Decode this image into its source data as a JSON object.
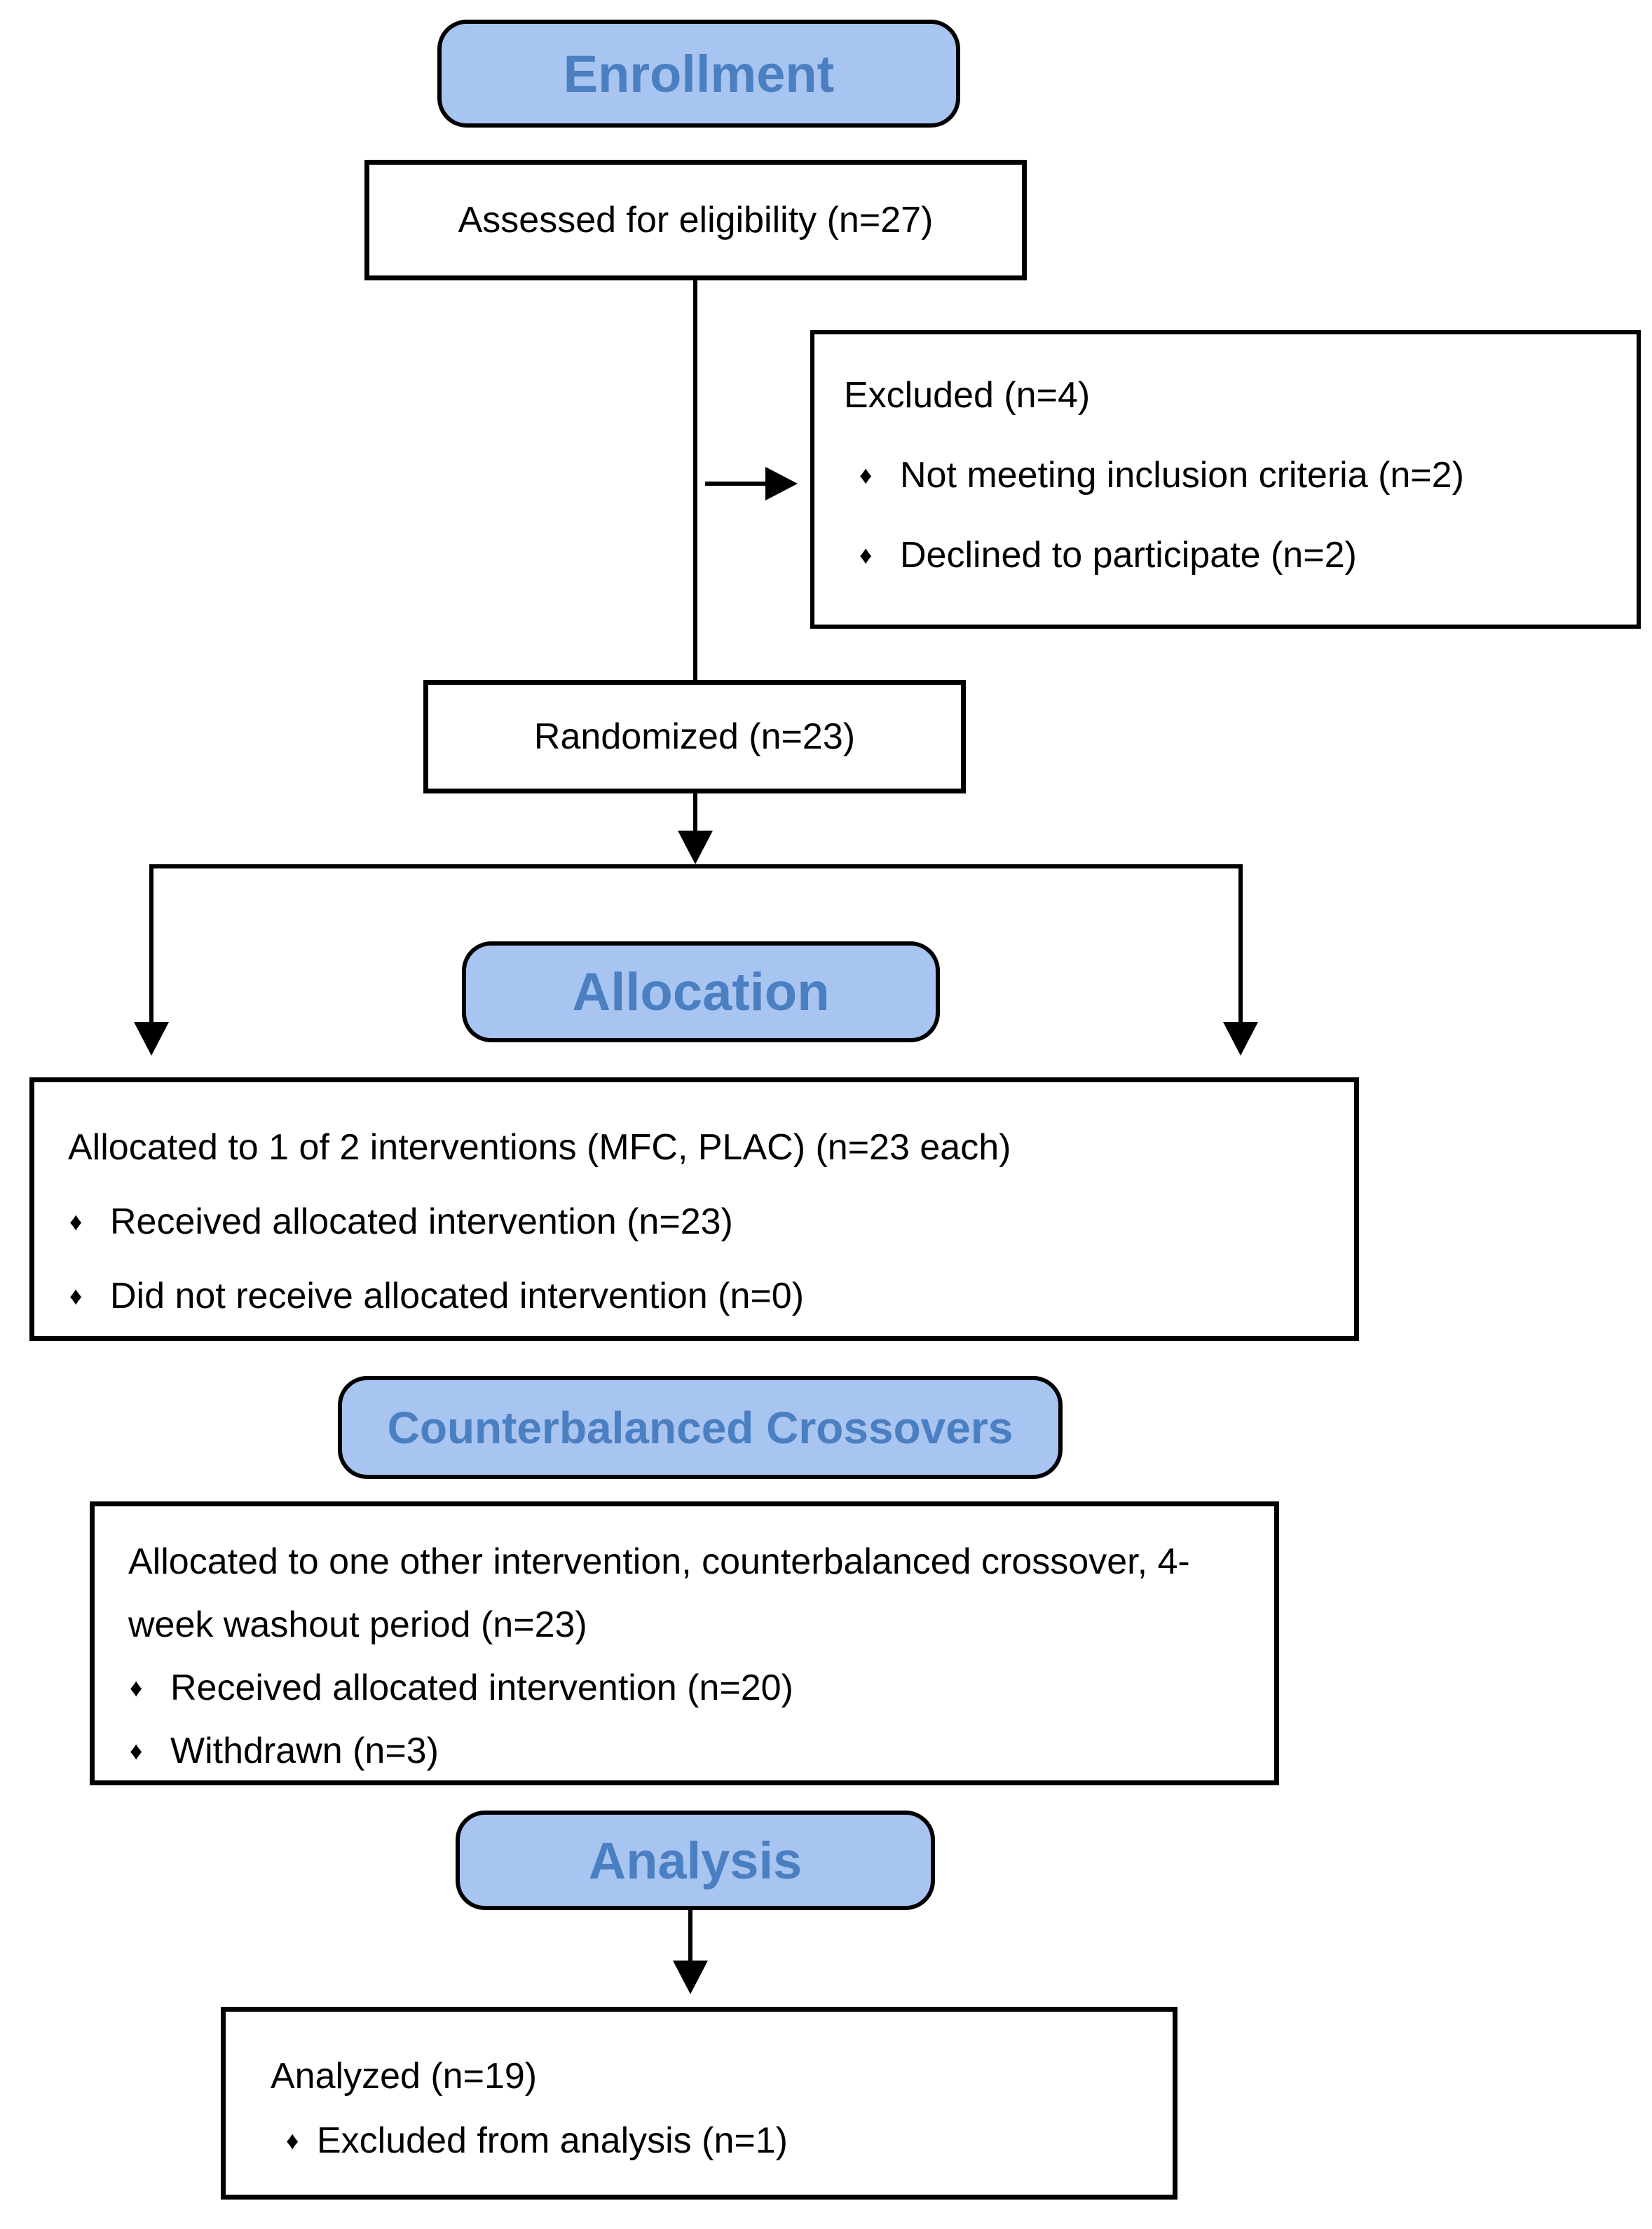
{
  "colors": {
    "header-fill": "#a8c4f0",
    "header-text": "#4a7fc1",
    "line-color": "#000000",
    "box-bg": "#ffffff"
  },
  "bullet_glyph": "♦",
  "headers": {
    "enrollment": "Enrollment",
    "allocation": "Allocation",
    "crossover": "Counterbalanced Crossovers",
    "analysis": "Analysis"
  },
  "boxes": {
    "assessed": {
      "text": "Assessed for eligibility (n=27)"
    },
    "excluded": {
      "title": "Excluded (n=4)",
      "bullets": [
        "Not meeting inclusion criteria (n=2)",
        "Declined to participate (n=2)"
      ]
    },
    "randomized": {
      "text": "Randomized (n=23)"
    },
    "allocated1": {
      "title": "Allocated to 1 of 2 interventions (MFC, PLAC) (n=23 each)",
      "bullets": [
        "Received allocated intervention (n=23)",
        "Did not receive allocated intervention (n=0)"
      ]
    },
    "allocated2": {
      "title": "Allocated to one other intervention, counterbalanced crossover, 4-week washout period (n=23)",
      "bullets": [
        "Received allocated intervention (n=20)",
        "Withdrawn (n=3)"
      ]
    },
    "analyzed": {
      "title": "Analyzed (n=19)",
      "bullets": [
        "Excluded from analysis (n=1)"
      ]
    }
  }
}
